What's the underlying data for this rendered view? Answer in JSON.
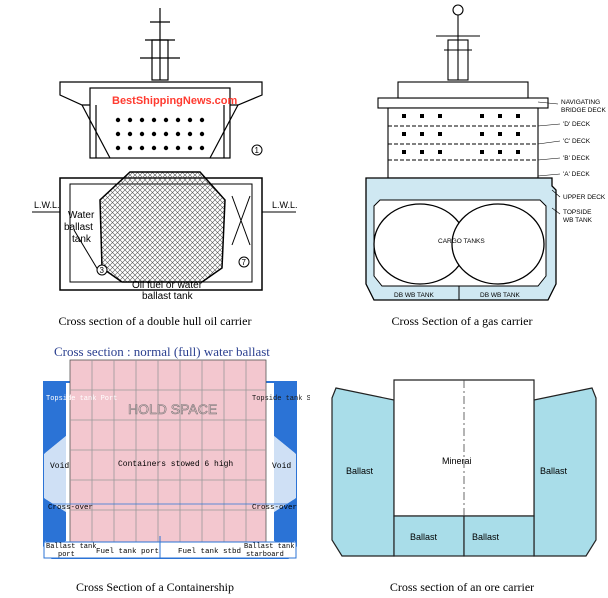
{
  "colors": {
    "water_ballast": "#cfe8f2",
    "container_hold": "#f3c7cf",
    "ore_ballast": "#a9dde9",
    "container_ballast_edge": "#2b73d6",
    "watermark": "#ff3b30"
  },
  "oil_carrier": {
    "watermark": "BestShippingNews.com",
    "lwl_left": "L.W.L.",
    "lwl_right": "L.W.L.",
    "ballast_label_1": "Water",
    "ballast_label_2": "ballast",
    "ballast_label_3": "tank",
    "fuel_label_1": "Oil fuel or water",
    "fuel_label_2": "ballast tank",
    "marker_1": "1",
    "marker_3": "3",
    "marker_7": "7",
    "caption": "Cross section of a double hull oil carrier"
  },
  "gas_carrier": {
    "deck_1": "NAVIGATING",
    "deck_1b": "BRIDGE DECK",
    "deck_2": "'D' DECK",
    "deck_3": "'C' DECK",
    "deck_4": "'B' DECK",
    "deck_5": "'A' DECK",
    "deck_6": "UPPER DECK",
    "deck_7": "TOPSIDE",
    "deck_7b": "WB TANK",
    "cargo": "CARGO TANKS",
    "db_left": "DB WB TANK",
    "db_right": "DB WB TANK",
    "caption": "Cross Section of a gas carrier"
  },
  "containership": {
    "title": "Cross section : normal (full) water ballast",
    "hold": "HOLD SPACE",
    "topside_port": "Topside tank Port",
    "topside_stbd": "Topside tank Starboard",
    "void_left": "Void",
    "void_right": "Void",
    "containers": "Containers stowed 6 high",
    "cross_left": "Cross-over",
    "cross_right": "Cross-over",
    "ballast_port_1": "Ballast tank",
    "ballast_port_2": "port",
    "fuel_port": "Fuel tank port",
    "fuel_stbd": "Fuel tank stbd",
    "ballast_stbd_1": "Ballast tank",
    "ballast_stbd_2": "starboard",
    "caption": "Cross Section of a Containership"
  },
  "ore_carrier": {
    "ballast_left": "Ballast",
    "minerai": "Minerai",
    "ballast_right": "Ballast",
    "ballast_bottom_left": "Ballast",
    "ballast_bottom_right": "Ballast",
    "caption": "Cross section of an ore carrier"
  }
}
